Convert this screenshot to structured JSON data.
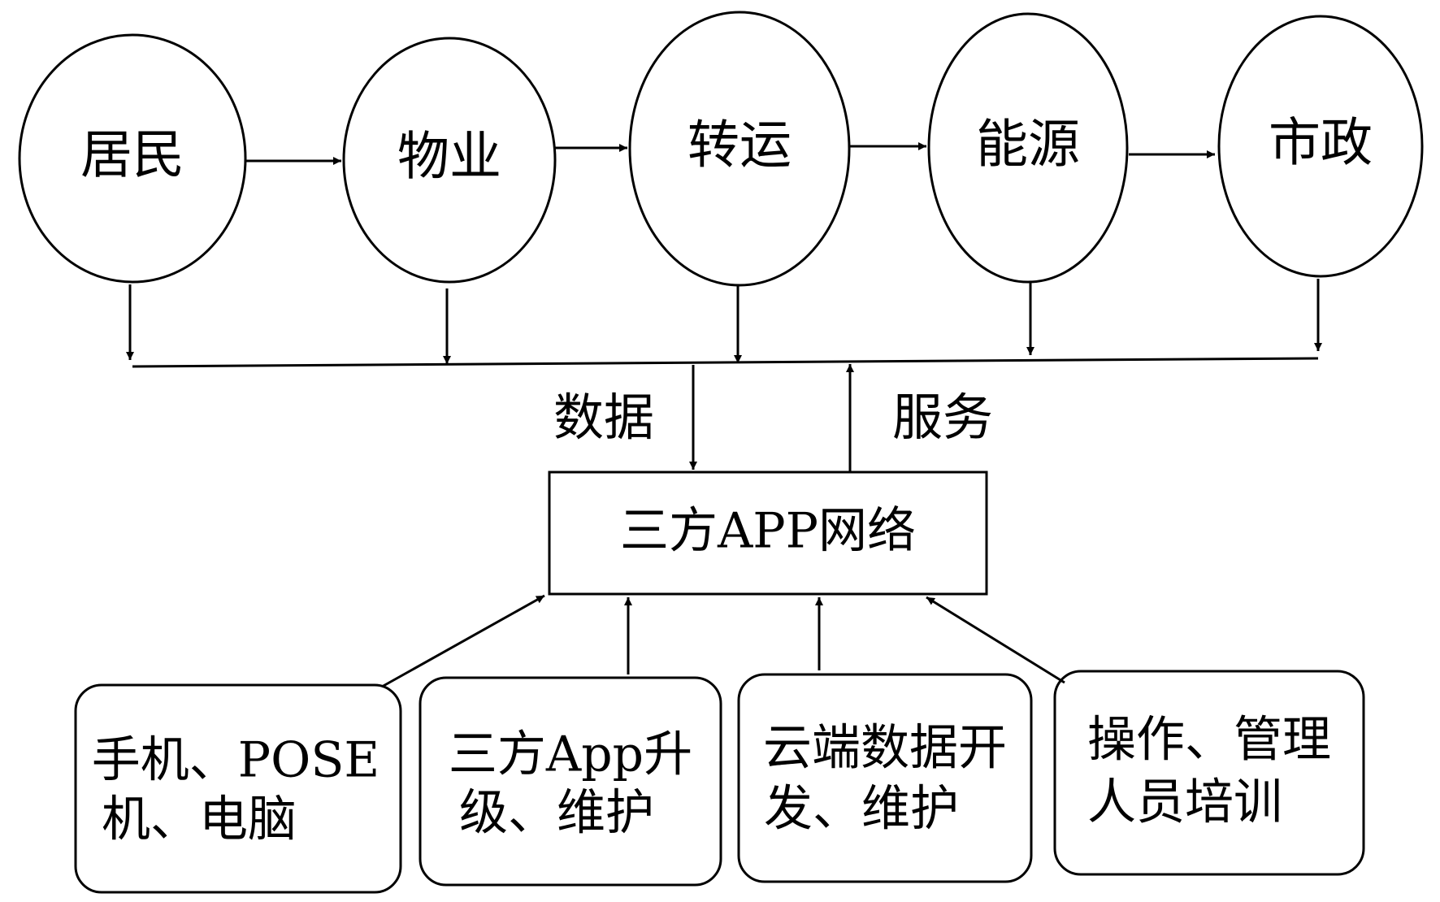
{
  "stakeholders": [
    "居民",
    "物业",
    "转运",
    "能源",
    "市政"
  ],
  "flow_labels": {
    "data": "数据",
    "service": "服务"
  },
  "center_box": {
    "label": "三方APP网络"
  },
  "support_boxes": [
    {
      "line1": "手机、POSE",
      "line2": "机、电脑"
    },
    {
      "line1": "三方App升",
      "line2": "级、维护"
    },
    {
      "line1": "云端数据开",
      "line2": "发、维护"
    },
    {
      "line1": "操作、管理",
      "line2": "人员培训"
    }
  ],
  "colors": {
    "stroke": "#000000",
    "background": "#ffffff"
  }
}
